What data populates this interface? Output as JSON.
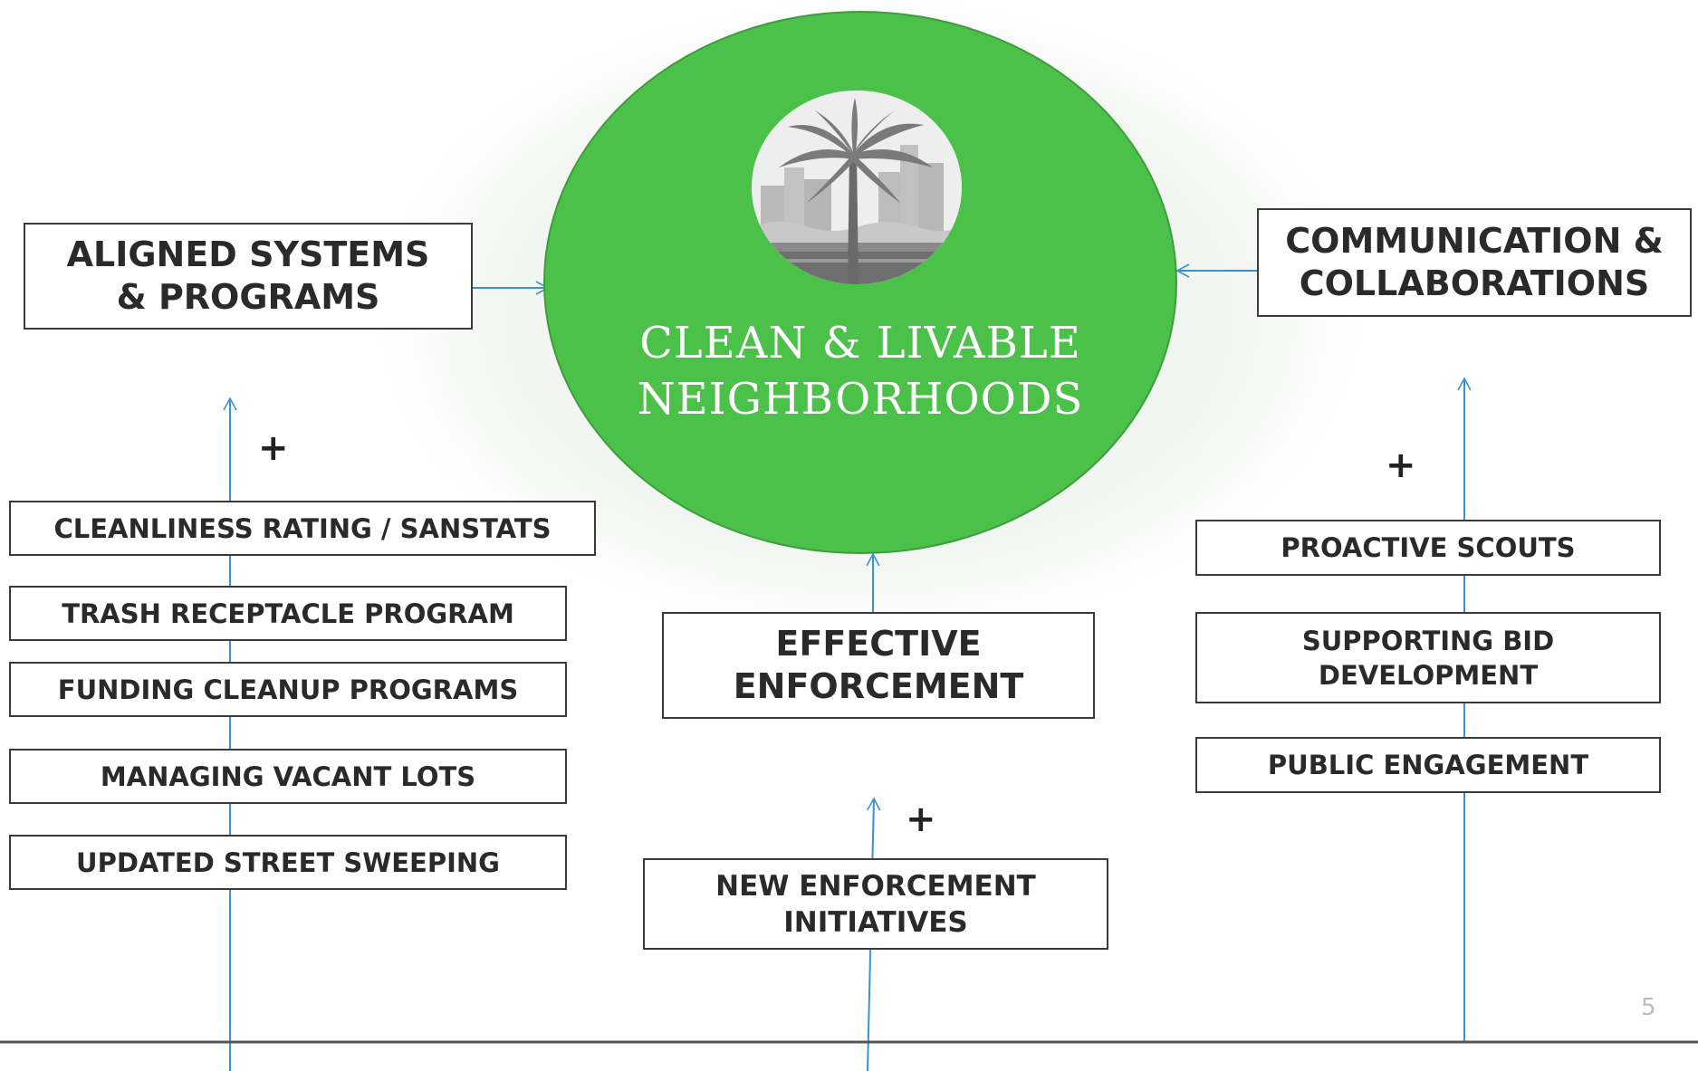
{
  "center": {
    "title_line1": "CLEAN & LIVABLE",
    "title_line2": "NEIGHBORHOODS",
    "logo_icon": "palm-tree-skyline-icon"
  },
  "left": {
    "heading": "ALIGNED SYSTEMS\n& PROGRAMS",
    "plus": "+",
    "items": [
      "CLEANLINESS RATING / SANSTATS",
      "TRASH RECEPTACLE PROGRAM",
      "FUNDING CLEANUP PROGRAMS",
      "MANAGING VACANT LOTS",
      "UPDATED STREET SWEEPING"
    ]
  },
  "middle": {
    "heading": "EFFECTIVE\nENFORCEMENT",
    "plus": "+",
    "items": [
      "NEW ENFORCEMENT\nINITIATIVES"
    ]
  },
  "right": {
    "heading": "COMMUNICATION &\nCOLLABORATIONS",
    "plus": "+",
    "items": [
      "PROACTIVE SCOUTS",
      "SUPPORTING BID\nDEVELOPMENT",
      "PUBLIC  ENGAGEMENT"
    ]
  },
  "page_number": "5",
  "colors": {
    "circle": "#4cc14a",
    "arrow": "#3a93d0",
    "box_border": "#3a3a3a",
    "text": "#2a2a2a"
  }
}
